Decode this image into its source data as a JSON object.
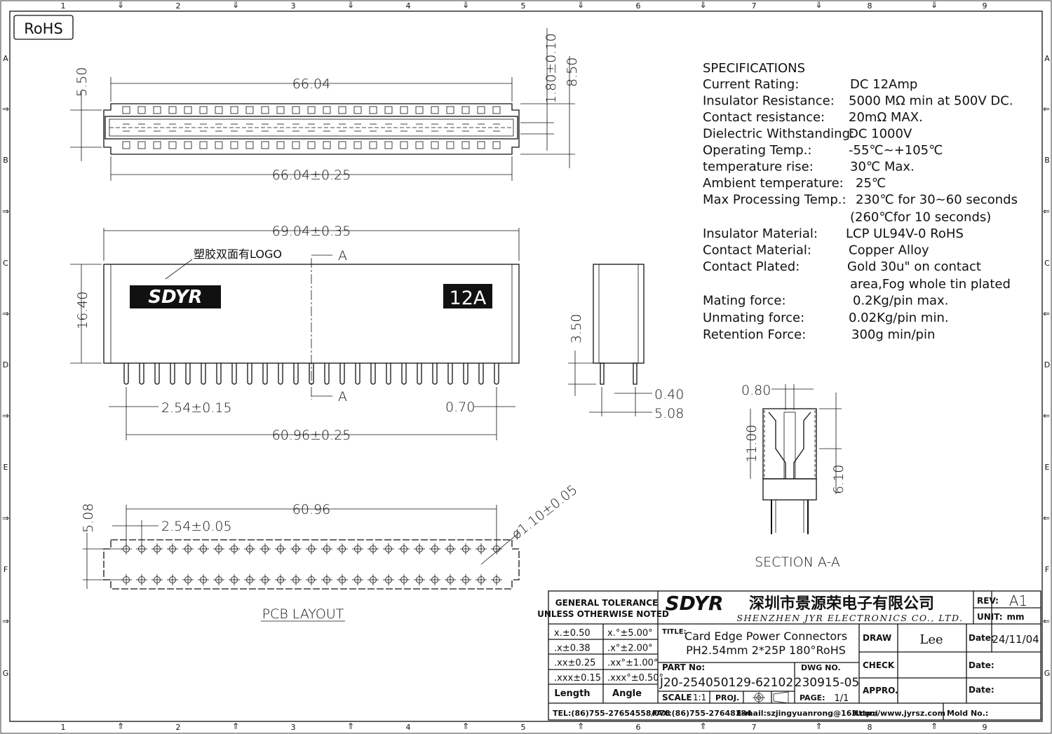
{
  "frame": {
    "columns": [
      "1",
      "2",
      "3",
      "4",
      "5",
      "6",
      "7",
      "8",
      "9"
    ],
    "rows": [
      "A",
      "B",
      "C",
      "D",
      "E",
      "F",
      "G"
    ],
    "rohs_badge": "RoHS"
  },
  "top_view": {
    "dim_width": "66.04",
    "dim_width_tol": "66.04±0.25",
    "dim_height": "5.50",
    "dim_slot": "1.80±0.10",
    "dim_total": "8.50"
  },
  "front_view": {
    "dim_length": "69.04±0.35",
    "logo_note": "塑胶双面有LOGO",
    "section_label": "A",
    "dim_height": "16.40",
    "dim_pitch": "2.54±0.15",
    "dim_pin": "0.70",
    "dim_span": "60.96±0.25",
    "logo_text": "SDYR",
    "current_label": "12A"
  },
  "side_view": {
    "dim_pin_len": "3.50",
    "dim_pin_w": "0.40",
    "dim_pin_sp": "5.08"
  },
  "section": {
    "dim_top": "0.80",
    "dim_h": "11.00",
    "dim_contact": "6.10",
    "label": "SECTION  A-A"
  },
  "pcb": {
    "dim_span": "60.96",
    "dim_pitch": "2.54±0.05",
    "dim_row": "5.08",
    "dim_hole": "ø1.10±0.05",
    "label": "PCB  LAYOUT"
  },
  "specifications": {
    "title": "SPECIFICATIONS",
    "rows": [
      {
        "label": "Current  Rating:",
        "value": "DC  12Amp"
      },
      {
        "label": "Insulator  Resistance:",
        "value": "5000  MΩ  min  at  500V  DC."
      },
      {
        "label": "Contact  resistance:",
        "value": "20mΩ  MAX."
      },
      {
        "label": "Dielectric  Withstanding:",
        "value": "DC  1000V"
      },
      {
        "label": "Operating  Temp.:",
        "value": "-55℃~+105℃"
      },
      {
        "label": "temperature  rise:",
        "value": "30℃  Max."
      },
      {
        "label": "Ambient  temperature:",
        "value": "25℃"
      },
      {
        "label": "Max  Processing  Temp.:",
        "value": "230℃  for  30~60  seconds"
      },
      {
        "label": "",
        "value": "(260℃for  10  seconds)"
      },
      {
        "label": "Insulator  Material:",
        "value": "LCP  UL94V-0  RoHS"
      },
      {
        "label": "Contact  Material:",
        "value": "Copper  Alloy"
      },
      {
        "label": "Contact  Plated:",
        "value": "Gold  30u\"  on  contact"
      },
      {
        "label": "",
        "value": "area,Fog  whole  tin  plated"
      },
      {
        "label": "Mating  force:",
        "value": "0.2Kg/pin  max."
      },
      {
        "label": "Unmating  force:",
        "value": "0.02Kg/pin  min."
      },
      {
        "label": "Retention  Force:",
        "value": "300g  min/pin"
      }
    ]
  },
  "title_block": {
    "tolerance_title_1": "GENERAL TOLERANCE",
    "tolerance_title_2": "UNLESS OTHERWISE NOTED",
    "tolerances": [
      [
        "x.±0.50",
        "x.°±5.00°"
      ],
      [
        ".x±0.38",
        ".x°±2.00°"
      ],
      [
        ".xx±0.25",
        ".xx°±1.00°"
      ],
      [
        ".xxx±0.15",
        ".xxx°±0.50°"
      ]
    ],
    "length_label": "Length",
    "angle_label": "Angle",
    "company_logo": "SDYR",
    "company_cn": "深圳市景源荣电子有限公司",
    "company_en": "SHENZHEN  JYR  ELECTRONICS  CO.,  LTD.",
    "rev_label": "REV:",
    "rev": "A1",
    "unit_label": "UNIT:",
    "unit": "mm",
    "title_label": "TITLE:",
    "title_1": "Card Edge Power Connectors",
    "title_2": "PH2.54mm  2*25P  180°RoHS",
    "part_label": "PART No:",
    "part_no": "J20-254050129-62102",
    "dwg_label": "DWG NO.",
    "dwg_no": "230915-05",
    "scale_label": "SCALE",
    "scale": "1:1",
    "proj_label": "PROJ.",
    "page_label": "PAGE:",
    "page": "1/1",
    "draw_label": "DRAW",
    "draw": "Lee",
    "check_label": "CHECK",
    "appro_label": "APPRO.",
    "date_label": "Date:",
    "draw_date": "24/11/04",
    "tel": "TEL:(86)755-27654558/078",
    "fax": "FAX:(86)755-27648384",
    "email": "E-mail:szjingyuanrong@163.com",
    "http": "Http://www.jyrsz.com",
    "mold_label": "Mold No.:"
  }
}
